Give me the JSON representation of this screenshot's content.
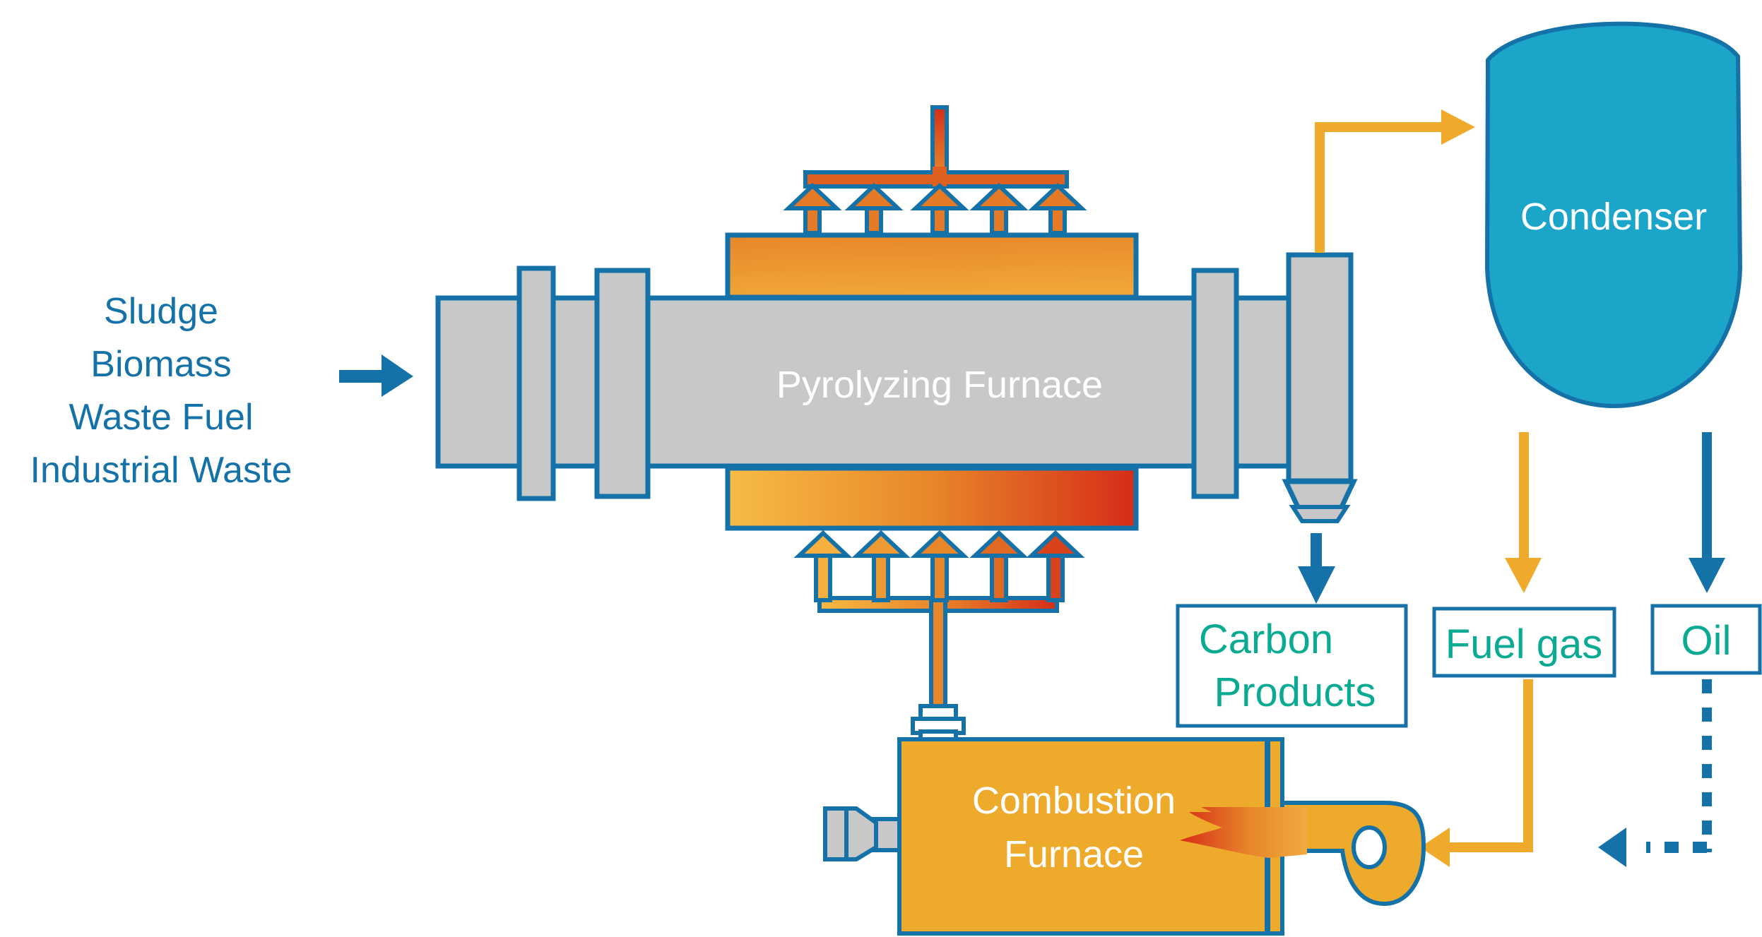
{
  "inputs": {
    "lines": [
      "Sludge",
      "Biomass",
      "Waste Fuel",
      "Industrial Waste"
    ]
  },
  "equipment": {
    "pyrolyzing_furnace": "Pyrolyzing Furnace",
    "condenser": "Condenser",
    "combustion_furnace_line1": "Combustion",
    "combustion_furnace_line2": "Furnace"
  },
  "outputs": {
    "carbon_line1": "Carbon",
    "carbon_line2": "Products",
    "fuel_gas": "Fuel gas",
    "oil": "Oil"
  },
  "colors": {
    "outline_blue": "#1572a8",
    "arrow_blue": "#1572a8",
    "label_blue": "#1572a8",
    "product_green": "#0aab92",
    "furnace_gray": "#c8c8c8",
    "condenser_cyan": "#1aa5c9",
    "combustion_orange": "#eeaa2a",
    "gas_arrow_orange": "#efaa2b",
    "heat_yellow": "#f7bc45",
    "heat_red": "#d62c18"
  },
  "flows": [
    {
      "from": "inputs",
      "to": "pyrolyzing_furnace",
      "style": "solid-blue"
    },
    {
      "from": "pyrolyzing_furnace",
      "to": "condenser",
      "style": "solid-orange"
    },
    {
      "from": "pyrolyzing_furnace",
      "to": "carbon_products",
      "style": "solid-blue"
    },
    {
      "from": "condenser",
      "to": "fuel_gas",
      "style": "solid-orange"
    },
    {
      "from": "condenser",
      "to": "oil",
      "style": "solid-blue"
    },
    {
      "from": "fuel_gas",
      "to": "combustion_furnace",
      "style": "solid-orange"
    },
    {
      "from": "oil",
      "to": "combustion_furnace",
      "style": "dashed-blue"
    },
    {
      "from": "combustion_furnace",
      "to": "pyrolyzing_furnace",
      "style": "heat-gradient"
    }
  ]
}
